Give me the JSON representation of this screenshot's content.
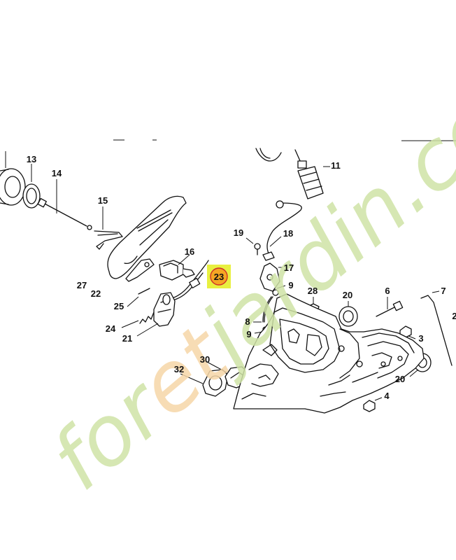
{
  "watermark": {
    "part1": "for",
    "part2": "e",
    "part3": "t",
    "part4": "jardin",
    "part5": ".com",
    "color_main": "#cfe3a6",
    "color_accent": "#f6d7a8"
  },
  "highlight": {
    "label": "23",
    "box_color": "#e8f040",
    "circle_color": "#f5a623",
    "ring_color": "#d0302a"
  },
  "callouts": [
    {
      "id": "13",
      "label": "13"
    },
    {
      "id": "14",
      "label": "14"
    },
    {
      "id": "15",
      "label": "15"
    },
    {
      "id": "16",
      "label": "16"
    },
    {
      "id": "27",
      "label": "27"
    },
    {
      "id": "22",
      "label": "22"
    },
    {
      "id": "25",
      "label": "25"
    },
    {
      "id": "24",
      "label": "24"
    },
    {
      "id": "21",
      "label": "21"
    },
    {
      "id": "32",
      "label": "32"
    },
    {
      "id": "30",
      "label": "30"
    },
    {
      "id": "11",
      "label": "11"
    },
    {
      "id": "19",
      "label": "19"
    },
    {
      "id": "18",
      "label": "18"
    },
    {
      "id": "17",
      "label": "17"
    },
    {
      "id": "9a",
      "label": "9"
    },
    {
      "id": "28",
      "label": "28"
    },
    {
      "id": "20a",
      "label": "20"
    },
    {
      "id": "6",
      "label": "6"
    },
    {
      "id": "7",
      "label": "7"
    },
    {
      "id": "2",
      "label": "2"
    },
    {
      "id": "8",
      "label": "8"
    },
    {
      "id": "9b",
      "label": "9"
    },
    {
      "id": "3",
      "label": "3"
    },
    {
      "id": "20b",
      "label": "20"
    },
    {
      "id": "4",
      "label": "4"
    }
  ]
}
